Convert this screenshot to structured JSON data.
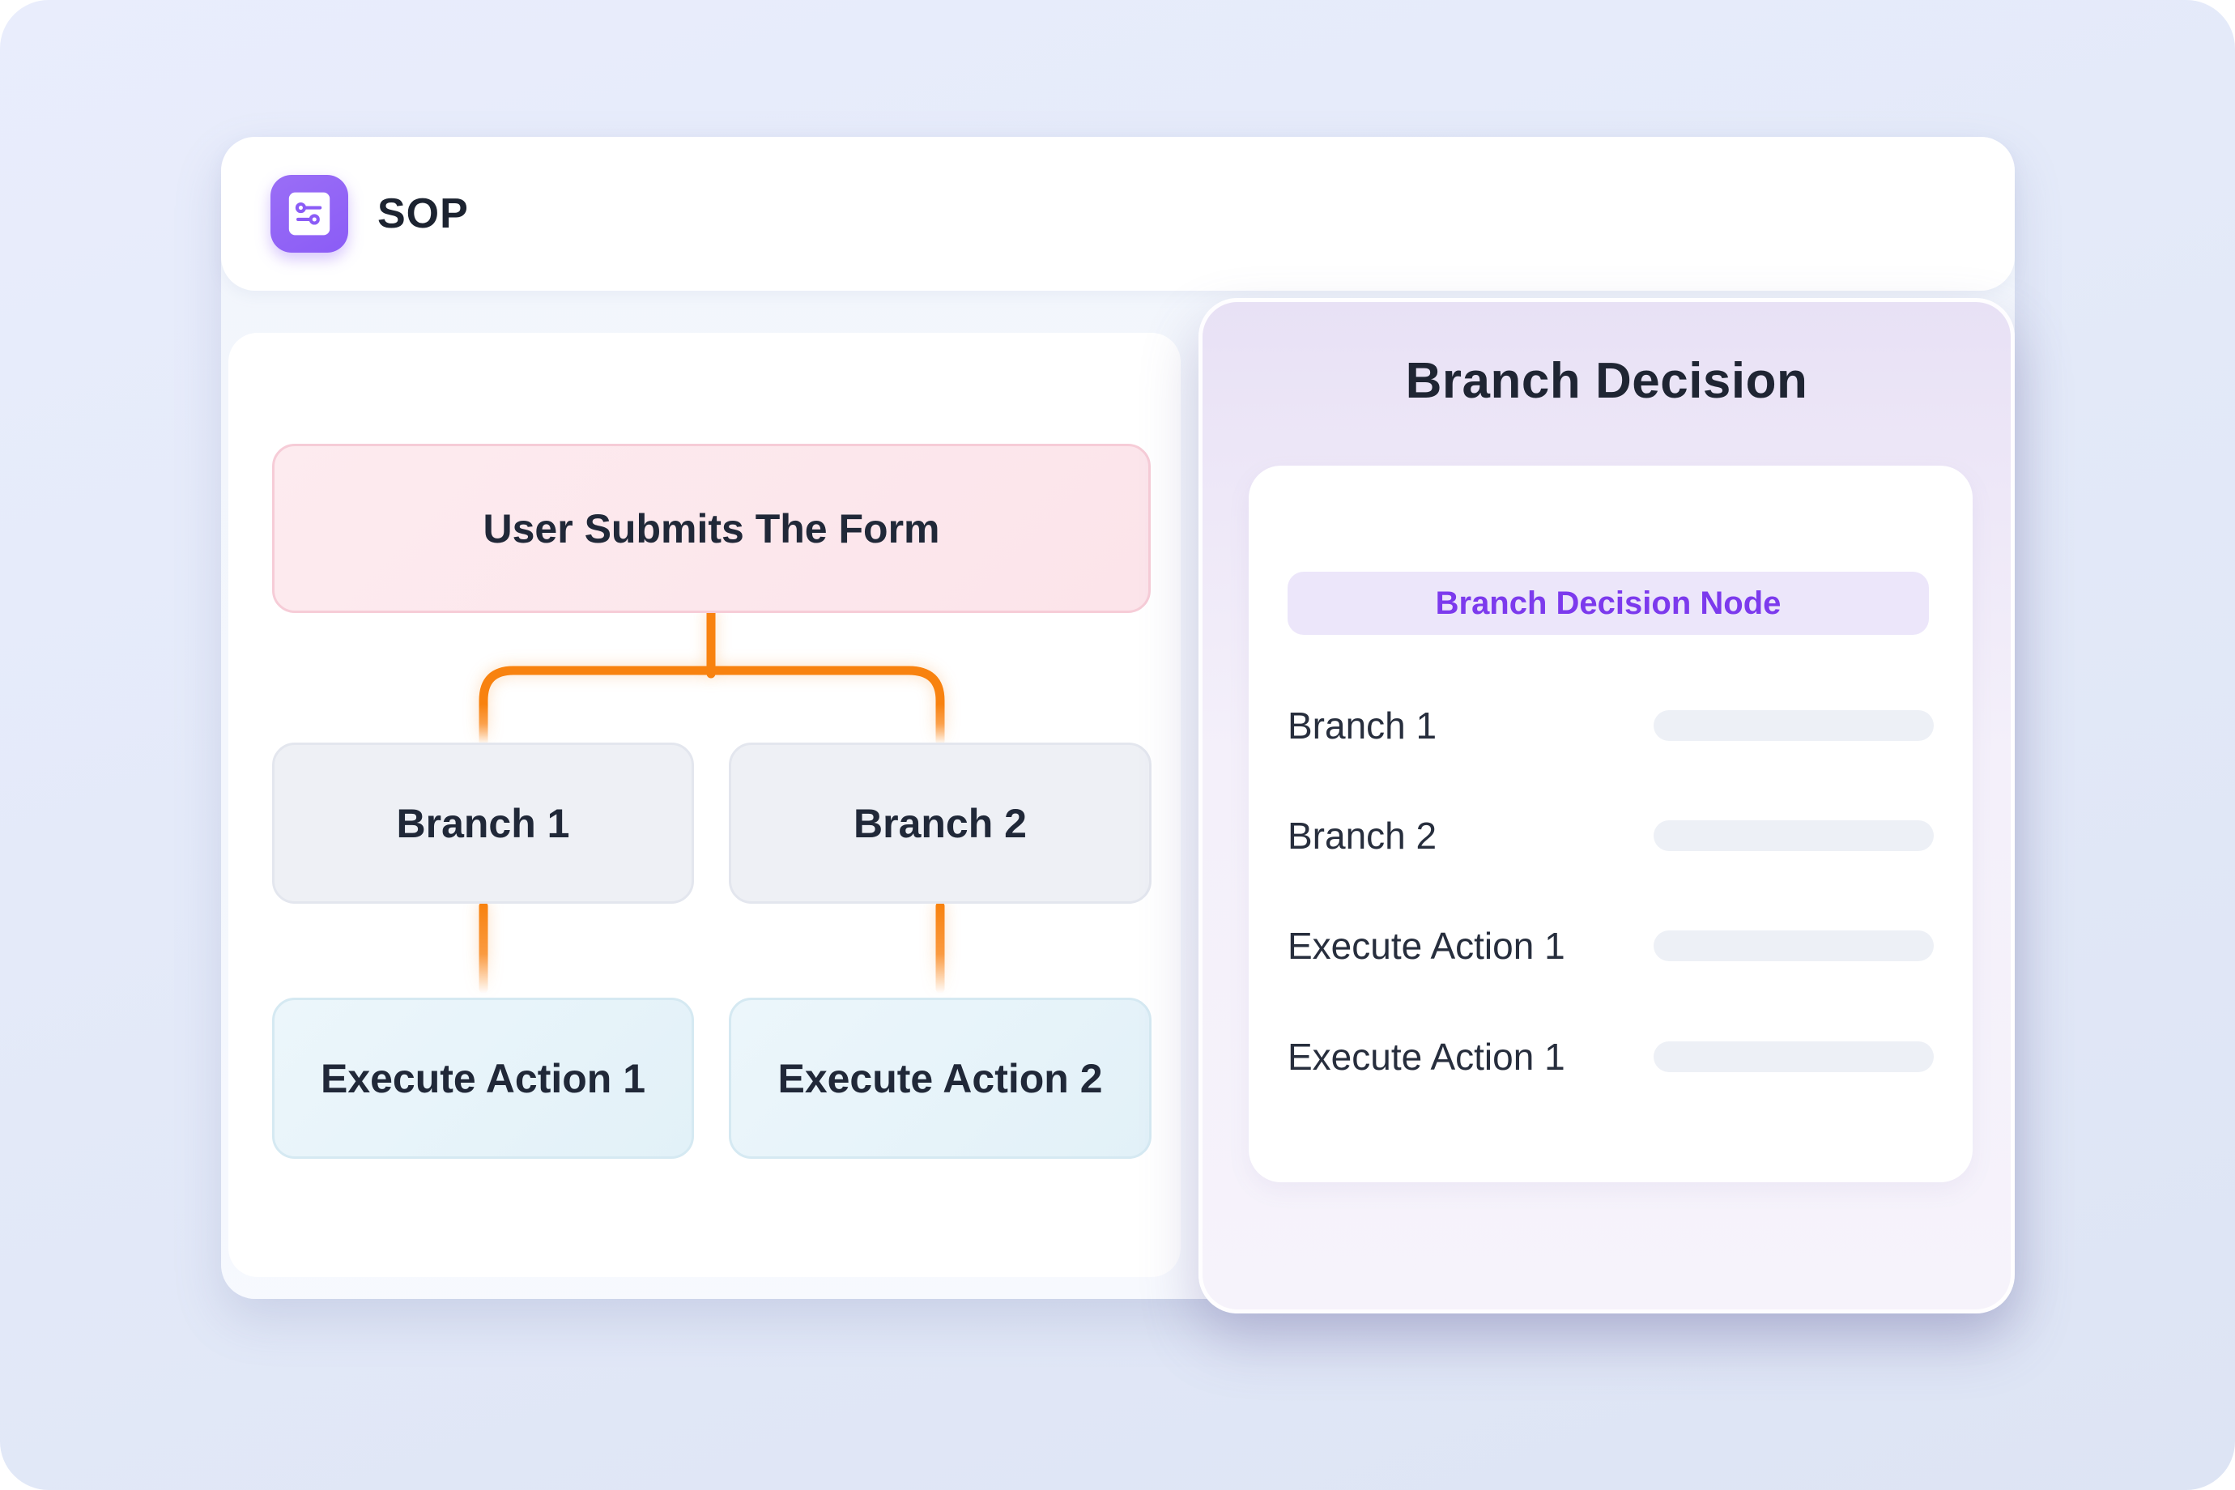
{
  "app": {
    "title": "SOP"
  },
  "colors": {
    "brand_purple": "#8B5CF6",
    "accent_orange": "#F8820F",
    "pill_text_purple": "#7C3AED",
    "trigger_node_bg": "#FCE5EA",
    "trigger_node_border": "#F6CCD7",
    "branch_node_bg": "#EEF0F5",
    "action_node_bg": "#E8F4F9",
    "placeholder_bar": "#EDF0F6",
    "panel_bg_top": "#E8E1F5"
  },
  "icons": [
    {
      "name": "sliders-document-icon",
      "meaning": "SOP app logo"
    }
  ],
  "flowchart": {
    "nodes": [
      {
        "id": "trigger",
        "label": "User Submits The Form",
        "type": "trigger"
      },
      {
        "id": "branch-1",
        "label": "Branch 1",
        "type": "branch"
      },
      {
        "id": "branch-2",
        "label": "Branch 2",
        "type": "branch"
      },
      {
        "id": "action-1",
        "label": "Execute Action 1",
        "type": "action"
      },
      {
        "id": "action-2",
        "label": "Execute Action 2",
        "type": "action"
      }
    ],
    "edges": [
      {
        "from": "trigger",
        "to": "branch-1"
      },
      {
        "from": "trigger",
        "to": "branch-2"
      },
      {
        "from": "branch-1",
        "to": "action-1"
      },
      {
        "from": "branch-2",
        "to": "action-2"
      }
    ]
  },
  "panel": {
    "title": "Branch Decision",
    "node_badge": "Branch Decision Node",
    "rows": [
      {
        "label": "Branch 1"
      },
      {
        "label": "Branch 2"
      },
      {
        "label": "Execute Action 1"
      },
      {
        "label": "Execute Action 1"
      }
    ]
  }
}
